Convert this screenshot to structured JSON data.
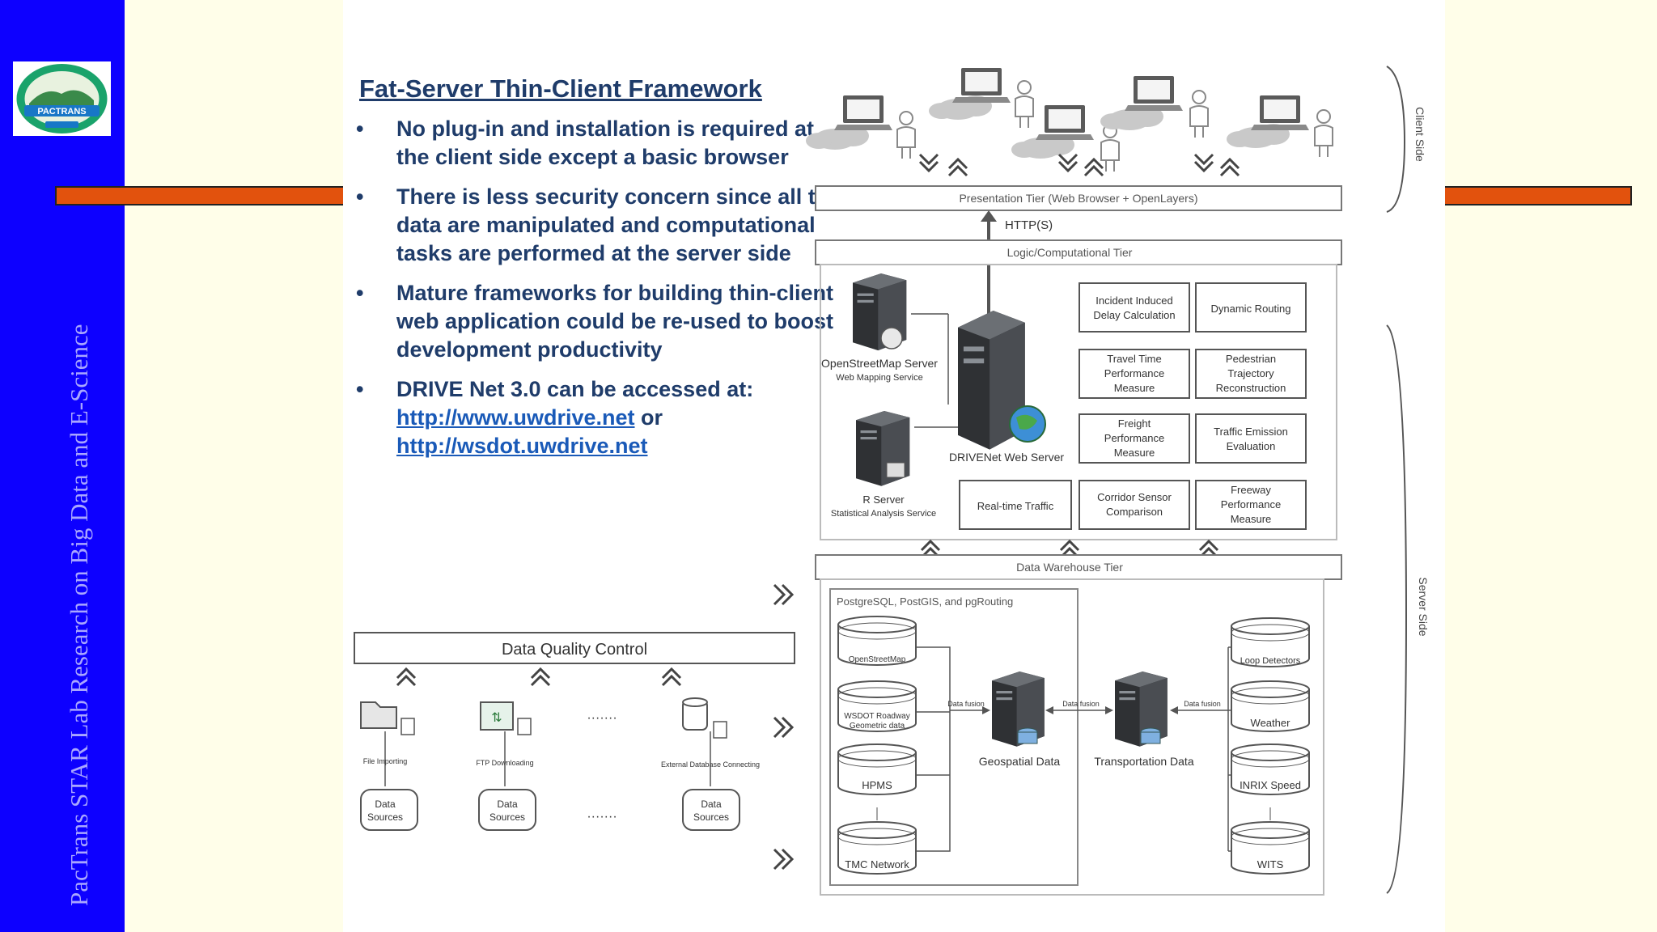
{
  "sidebar": {
    "vertical_text": "PacTrans STAR Lab Research on Big Data and E-Science",
    "logo_text": "PACTRANS"
  },
  "colors": {
    "sidebar": "#0d00ff",
    "accent_bar": "#e2520d",
    "title": "#1f3c6a",
    "link": "#1a5ab8"
  },
  "slide": {
    "title": "Fat-Server Thin-Client Framework",
    "bullets": [
      {
        "text": "No plug-in and installation is required at the client side except a basic browser"
      },
      {
        "text": "There is less security concern since all the data are manipulated and computational tasks are performed at the server side"
      },
      {
        "text": "Mature frameworks for building thin-client web application could be re-used to boost development productivity"
      },
      {
        "text": "DRIVE Net 3.0 can be accessed at:",
        "link1": "http://www.uwdrive.net",
        "connector": " or ",
        "link2": "http://wsdot.uwdrive.net"
      }
    ]
  },
  "dqc": {
    "title": "Data Quality Control",
    "steps": [
      {
        "label": "File Importing",
        "source": [
          "Data",
          "Sources"
        ]
      },
      {
        "label": "FTP Downloading",
        "source": [
          "Data",
          "Sources"
        ]
      },
      {
        "label": "External Database Connecting",
        "source": [
          "Data",
          "Sources"
        ]
      }
    ],
    "ellipsis": "·······"
  },
  "arch": {
    "client_side": "Client Side",
    "server_side": "Server Side",
    "presentation_tier": "Presentation Tier (Web Browser + OpenLayers)",
    "http": "HTTP(S)",
    "logic_tier": "Logic/Computational Tier",
    "osm_server": "OpenStreetMap Server",
    "osm_server_sub": "Web Mapping Service",
    "r_server": "R Server",
    "r_server_sub": "Statistical Analysis Service",
    "web_server": "DRIVENet Web Server",
    "modules": [
      [
        "Incident Induced",
        "Delay Calculation"
      ],
      [
        "Dynamic Routing"
      ],
      [
        "Travel Time",
        "Performance",
        "Measure"
      ],
      [
        "Pedestrian",
        "Trajectory",
        "Reconstruction"
      ],
      [
        "Freight",
        "Performance",
        "Measure"
      ],
      [
        "Traffic Emission",
        "Evaluation"
      ],
      [
        "Real-time Traffic"
      ],
      [
        "Corridor Sensor",
        "Comparison"
      ],
      [
        "Freeway",
        "Performance",
        "Measure"
      ]
    ],
    "dw_tier": "Data Warehouse Tier",
    "dw_db": "PostgreSQL, PostGIS, and pgRouting",
    "left_dbs": [
      [
        "OpenStreetMap"
      ],
      [
        "WSDOT Roadway",
        "Geometric data"
      ],
      [
        "HPMS"
      ],
      [
        "TMC Network"
      ]
    ],
    "right_dbs": [
      "Loop Detectors",
      "Weather",
      "INRIX Speed",
      "WITS"
    ],
    "geo": "Geospatial Data",
    "trans": "Transportation Data",
    "fusion": "Data fusion"
  }
}
